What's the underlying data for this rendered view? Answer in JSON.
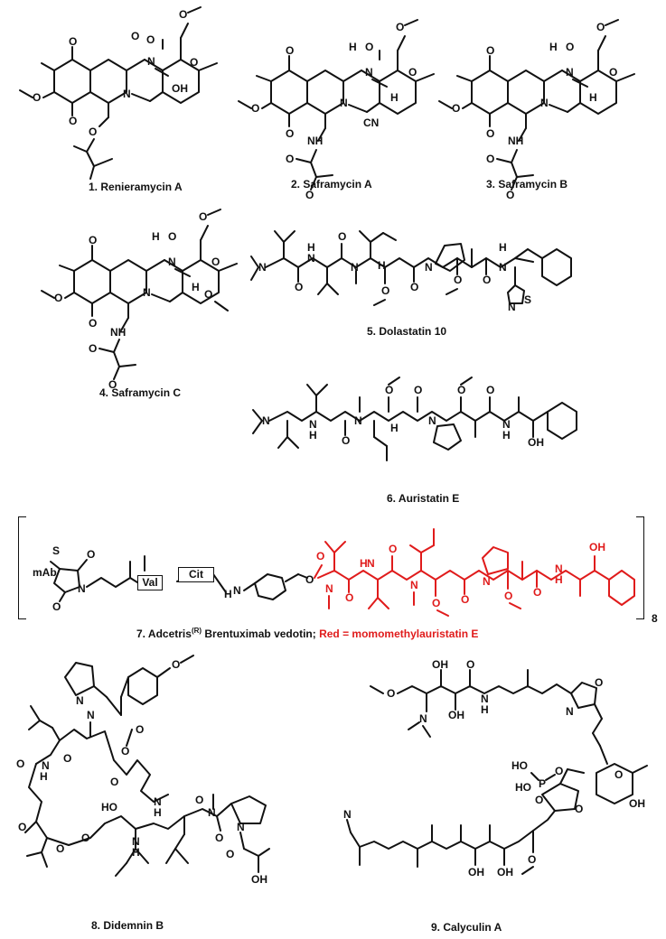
{
  "compounds": [
    {
      "number": "1.",
      "name": "Renieramycin A"
    },
    {
      "number": "2.",
      "name": "Saframycin A"
    },
    {
      "number": "3.",
      "name": "Saframycin B"
    },
    {
      "number": "4.",
      "name": "Saframycin C"
    },
    {
      "number": "5.",
      "name": "Dolastatin 10"
    },
    {
      "number": "6.",
      "name": "Auristatin E"
    },
    {
      "number": "7.",
      "name": "Adcetris",
      "superscript": "(R)",
      "rest": " Brentuximab vedotin; ",
      "red_note": "Red = momomethylauristatin E"
    },
    {
      "number": "8.",
      "name": "Didemnin B"
    },
    {
      "number": "9.",
      "name": "Calyculin A"
    }
  ],
  "adc": {
    "antibody": "mAb",
    "val": "Val",
    "cit": "Cit",
    "multiplier": "8"
  },
  "colors": {
    "black": "#111111",
    "red": "#e01b1b"
  }
}
